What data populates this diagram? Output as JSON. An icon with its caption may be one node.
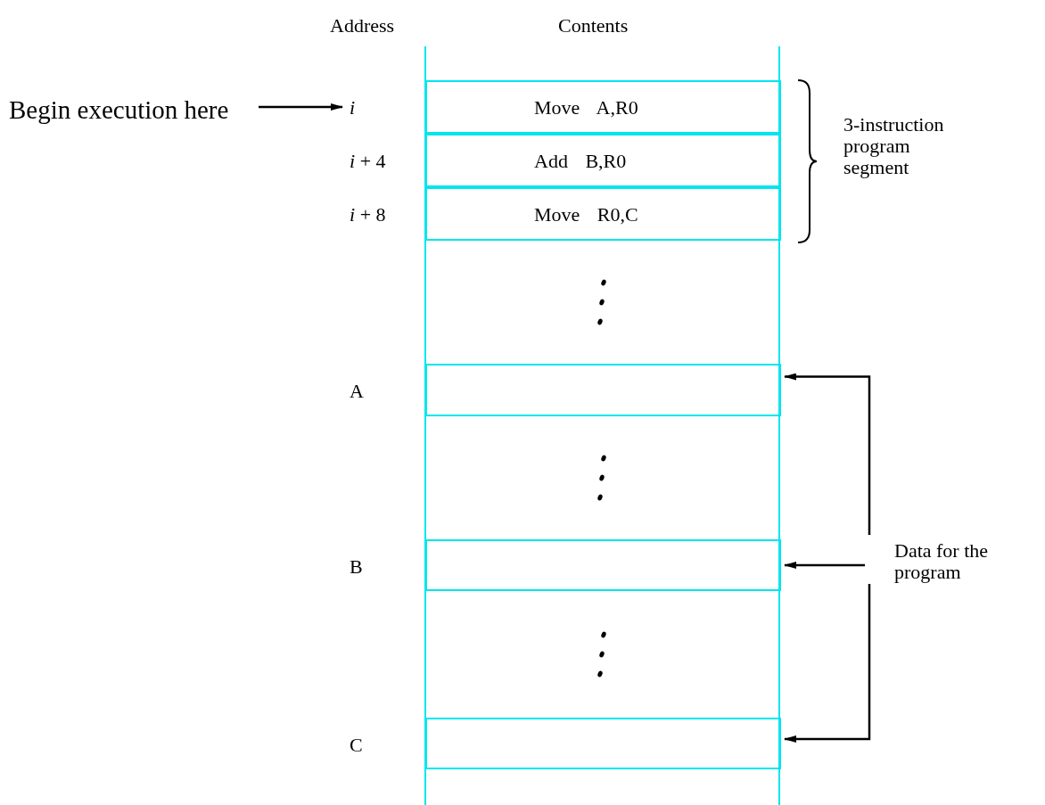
{
  "diagram": {
    "nodes": [
      {
        "text": [
          "Begin execution here"
        ]
      },
      {
        "text": [
          "Move A,R0"
        ],
        "beside": [
          "*i*"
        ]
      },
      {
        "text": [
          "Add B,R0"
        ],
        "beside": [
          "*i* + 4"
        ]
      },
      {
        "text": [
          "Move R0,C"
        ],
        "beside": [
          "*i* + 8"
        ]
      },
      {
        "text": [],
        "shape": "box",
        "beside": [
          "A"
        ]
      },
      {
        "text": [],
        "shape": "box",
        "beside": [
          "B"
        ]
      },
      {
        "text": [],
        "shape": "box",
        "beside": [
          "C"
        ]
      },
      {
        "text": [
          "Data for the program"
        ]
      }
    ],
    "edges": [
      {
        "from": 0,
        "to": 1,
        "arrow": "to"
      },
      {
        "from": 7,
        "to": 4,
        "arrow": "to"
      },
      {
        "from": 7,
        "to": 5,
        "arrow": "to"
      },
      {
        "from": 7,
        "to": 6,
        "arrow": "to"
      }
    ],
    "labels": [
      "Address",
      "Contents",
      "3-instruction program segment"
    ]
  }
}
